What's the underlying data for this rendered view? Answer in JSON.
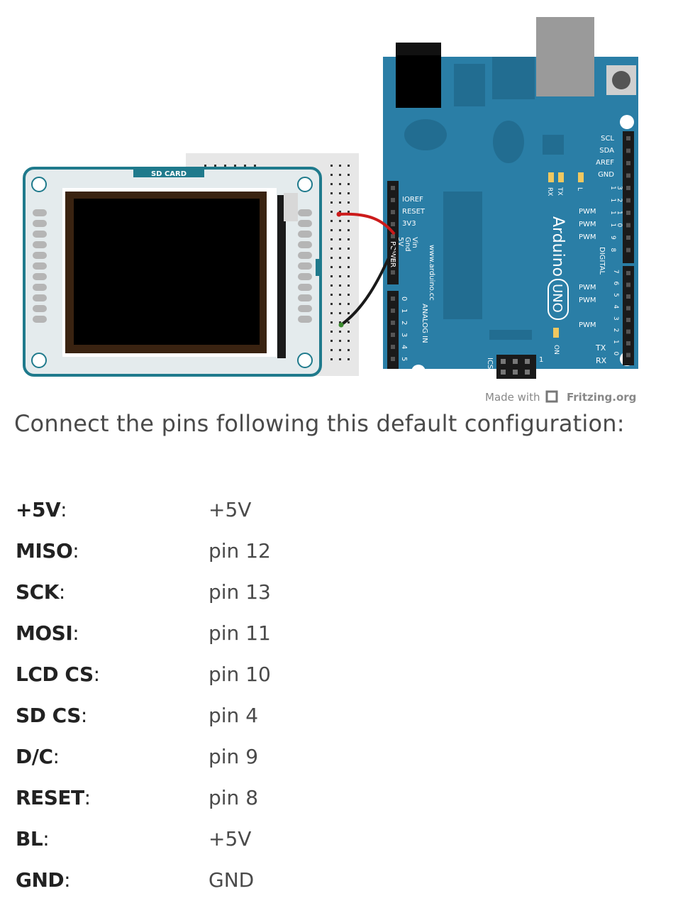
{
  "diagram": {
    "screen_label": "SD CARD",
    "power_header_labels": [
      "IOREF",
      "RESET",
      "3V3",
      "5V",
      "Gnd",
      "Vin"
    ],
    "power_label": "POWER",
    "analog_label": "ANALOG IN",
    "analog_numbers": [
      "0",
      "1",
      "2",
      "3",
      "4",
      "5"
    ],
    "website": "www.arduino.cc",
    "board_name": "Arduino",
    "board_model": "UNO",
    "right_header_labels": [
      "SCL",
      "SDA",
      "AREF",
      "GND"
    ],
    "led_labels": [
      "RX",
      "TX",
      "L"
    ],
    "digital_label": "DIGITAL",
    "pwm_label": "PWM",
    "txrx_labels": [
      "TX",
      "RX"
    ],
    "on_label": "ON",
    "icsp_label": "ICSP",
    "icsp_pin": "1",
    "digital_numbers_high": [
      "1",
      "1",
      "1",
      "1",
      "9",
      "8"
    ],
    "digital_numbers_high2": [
      "3",
      "2",
      "1",
      "0",
      "",
      ""
    ],
    "digital_numbers_low": [
      "7",
      "6",
      "5",
      "4",
      "3",
      "2",
      "1",
      "0"
    ],
    "credit_prefix": "Made with",
    "credit_brand": "Fritzing.org",
    "colors": {
      "board": "#2a7ea6",
      "board_dark": "#226d91",
      "breadboard": "#e6e6e6",
      "shield": "#e5ecee",
      "shield_border": "#1f7a8c",
      "lcd_frame": "#3a2311",
      "wire_red": "#cc1b1b",
      "wire_black": "#1a1a1a"
    }
  },
  "intro_text": "Connect the pins following this default configuration:",
  "pins": [
    {
      "name": "+5V",
      "value": "+5V"
    },
    {
      "name": "MISO",
      "value": "pin 12"
    },
    {
      "name": "SCK",
      "value": "pin 13"
    },
    {
      "name": "MOSI",
      "value": "pin 11"
    },
    {
      "name": "LCD CS",
      "value": "pin 10"
    },
    {
      "name": "SD CS",
      "value": "pin 4"
    },
    {
      "name": "D/C",
      "value": "pin 9"
    },
    {
      "name": "RESET",
      "value": "pin 8"
    },
    {
      "name": "BL",
      "value": "+5V"
    },
    {
      "name": "GND",
      "value": "GND"
    }
  ]
}
